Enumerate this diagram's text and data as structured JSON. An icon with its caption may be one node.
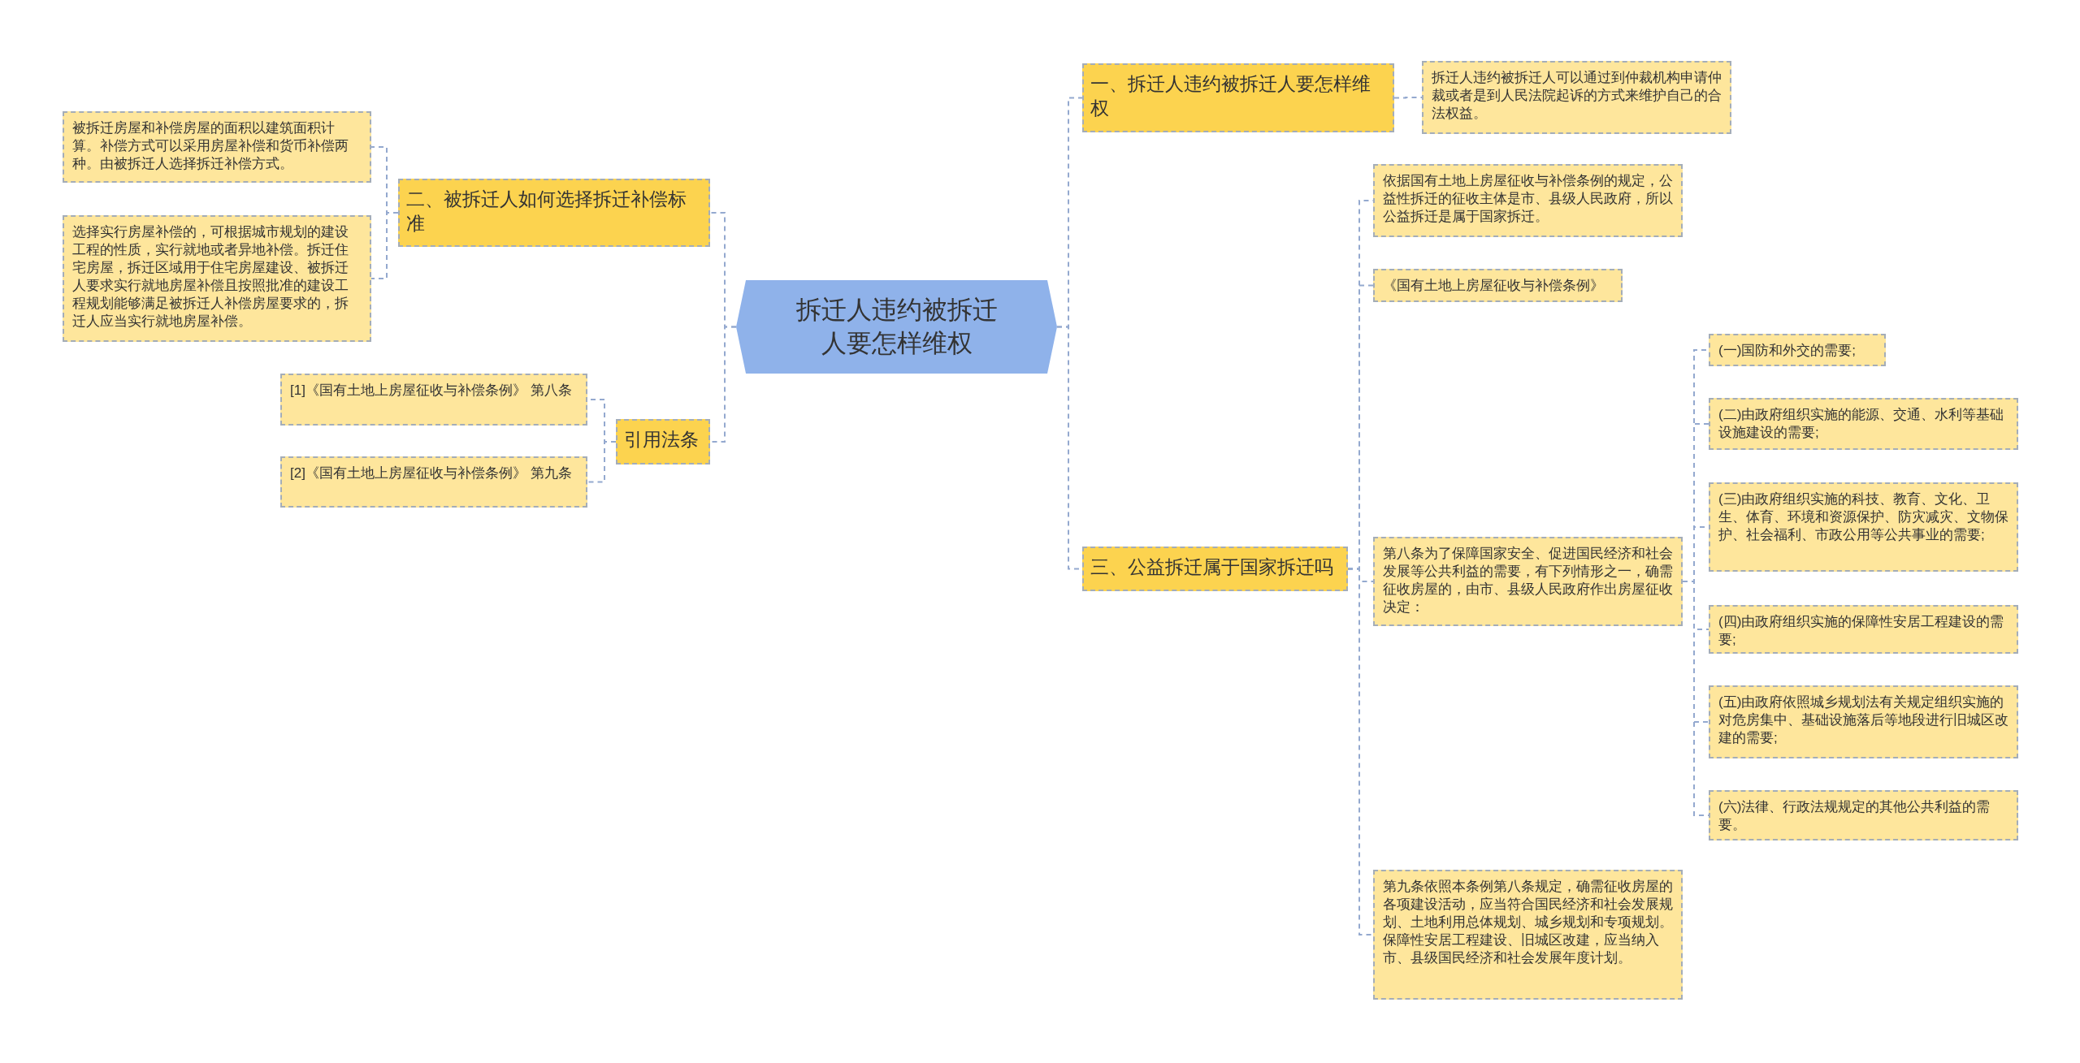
{
  "diagram": {
    "nodes": [
      {
        "text": [
          "拆迁人违约被拆迁人要怎样维权"
        ]
      },
      {
        "text": [
          "一、拆迁人违约被拆迁人要怎样维权"
        ]
      },
      {
        "text": [
          "拆迁人违约被拆迁人可以通过到仲裁机构申请仲裁或者是到人民法院起诉的方式来维护自己的合法权益。"
        ]
      },
      {
        "text": [
          "三、公益拆迁属于国家拆迁吗"
        ]
      },
      {
        "text": [
          "依据国有土地上房屋征收与补偿条例的规定，公益性拆迁的征收主体是市、县级人民政府，所以公益拆迁是属于国家拆迁。"
        ]
      },
      {
        "text": [
          "《国有土地上房屋征收与补偿条例》"
        ]
      },
      {
        "text": [
          "第八条为了保障国家安全、促进国民经济和社会发展等公共利益的需要，有下列情形之一，确需征收房屋的，由市、县级人民政府作出房屋征收决定："
        ]
      },
      {
        "text": [
          "(一)国防和外交的需要;"
        ]
      },
      {
        "text": [
          "(二)由政府组织实施的能源、交通、水利等基础设施建设的需要;"
        ]
      },
      {
        "text": [
          "(三)由政府组织实施的科技、教育、文化、卫生、体育、环境和资源保护、防灾减灾、文物保护、社会福利、市政公用等公共事业的需要;"
        ]
      },
      {
        "text": [
          "(四)由政府组织实施的保障性安居工程建设的需要;"
        ]
      },
      {
        "text": [
          "(五)由政府依照城乡规划法有关规定组织实施的对危房集中、基础设施落后等地段进行旧城区改建的需要;"
        ]
      },
      {
        "text": [
          "(六)法律、行政法规规定的其他公共利益的需要。"
        ]
      },
      {
        "text": [
          "第九条依照本条例第八条规定，确需征收房屋的各项建设活动，应当符合国民经济和社会发展规划、土地利用总体规划、城乡规划和专项规划。保障性安居工程建设、旧城区改建，应当纳入市、县级国民经济和社会发展年度计划。"
        ]
      },
      {
        "text": [
          "二、被拆迁人如何选择拆迁补偿标准"
        ]
      },
      {
        "text": [
          "被拆迁房屋和补偿房屋的面积以建筑面积计算。补偿方式可以采用房屋补偿和货币补偿两种。由被拆迁人选择拆迁补偿方式。"
        ]
      },
      {
        "text": [
          "选择实行房屋补偿的，可根据城市规划的建设工程的性质，实行就地或者异地补偿。拆迁住宅房屋，拆迁区域用于住宅房屋建设、被拆迁人要求实行就地房屋补偿且按照批准的建设工程规划能够满足被拆迁人补偿房屋要求的，拆迁人应当实行就地房屋补偿。"
        ]
      },
      {
        "text": [
          "引用法条"
        ]
      },
      {
        "text": [
          "[1]《国有土地上房屋征收与补偿条例》 第八条"
        ]
      },
      {
        "text": [
          "[2]《国有土地上房屋征收与补偿条例》 第九条"
        ]
      }
    ],
    "edges": [
      {
        "from": 0,
        "to": 1,
        "arrow": "none"
      },
      {
        "from": 1,
        "to": 2,
        "arrow": "none"
      },
      {
        "from": 0,
        "to": 3,
        "arrow": "none"
      },
      {
        "from": 3,
        "to": 4,
        "arrow": "none"
      },
      {
        "from": 3,
        "to": 5,
        "arrow": "none"
      },
      {
        "from": 3,
        "to": 6,
        "arrow": "none"
      },
      {
        "from": 6,
        "to": 7,
        "arrow": "none"
      },
      {
        "from": 6,
        "to": 8,
        "arrow": "none"
      },
      {
        "from": 6,
        "to": 9,
        "arrow": "none"
      },
      {
        "from": 6,
        "to": 10,
        "arrow": "none"
      },
      {
        "from": 6,
        "to": 11,
        "arrow": "none"
      },
      {
        "from": 6,
        "to": 12,
        "arrow": "none"
      },
      {
        "from": 3,
        "to": 13,
        "arrow": "none"
      },
      {
        "from": 0,
        "to": 14,
        "arrow": "none"
      },
      {
        "from": 14,
        "to": 15,
        "arrow": "none"
      },
      {
        "from": 14,
        "to": 16,
        "arrow": "none"
      },
      {
        "from": 0,
        "to": 17,
        "arrow": "none"
      },
      {
        "from": 17,
        "to": 18,
        "arrow": "none"
      },
      {
        "from": 17,
        "to": 19,
        "arrow": "none"
      }
    ]
  }
}
